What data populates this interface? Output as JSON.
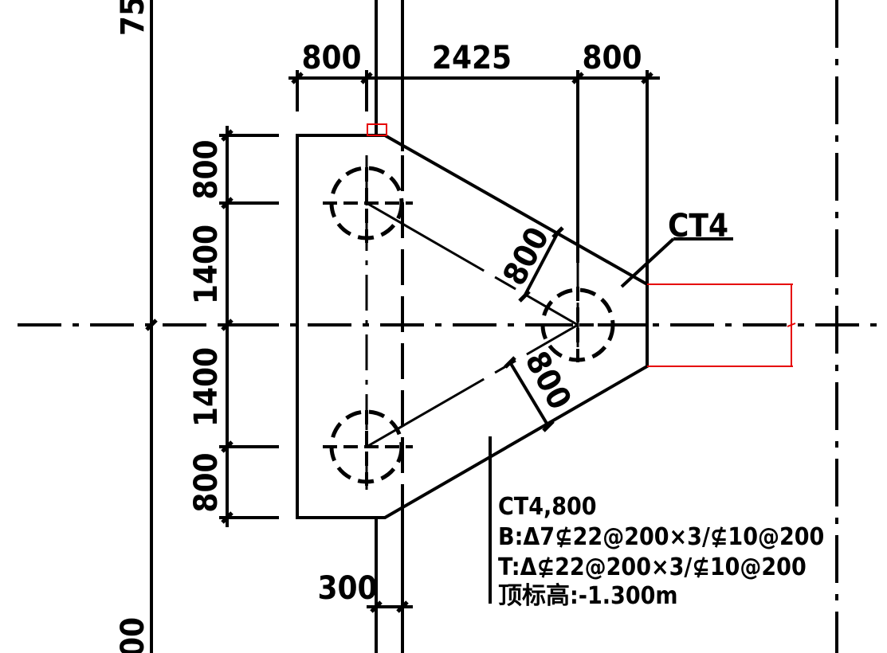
{
  "colors": {
    "line": "#000000",
    "highlight": "#e60000",
    "background": "#ffffff"
  },
  "dimensions": {
    "top_left_width": "800",
    "top_middle_width": "2425",
    "top_right_width": "800",
    "left_top": "800",
    "left_upper": "1400",
    "left_lower": "1400",
    "left_bottom": "800",
    "diagonal_upper": "800",
    "diagonal_lower": "800",
    "bottom_offset": "300",
    "partial_top": "75",
    "partial_bottom": "00"
  },
  "pile_cap": {
    "tag": "CT4",
    "note_line1": "CT4,800",
    "note_line2": "B:Δ7⊈22@200×3/⊈10@200",
    "note_line3": "T:Δ⊈22@200×3/⊈10@200",
    "note_line4": "顶标高:-1.300m"
  }
}
